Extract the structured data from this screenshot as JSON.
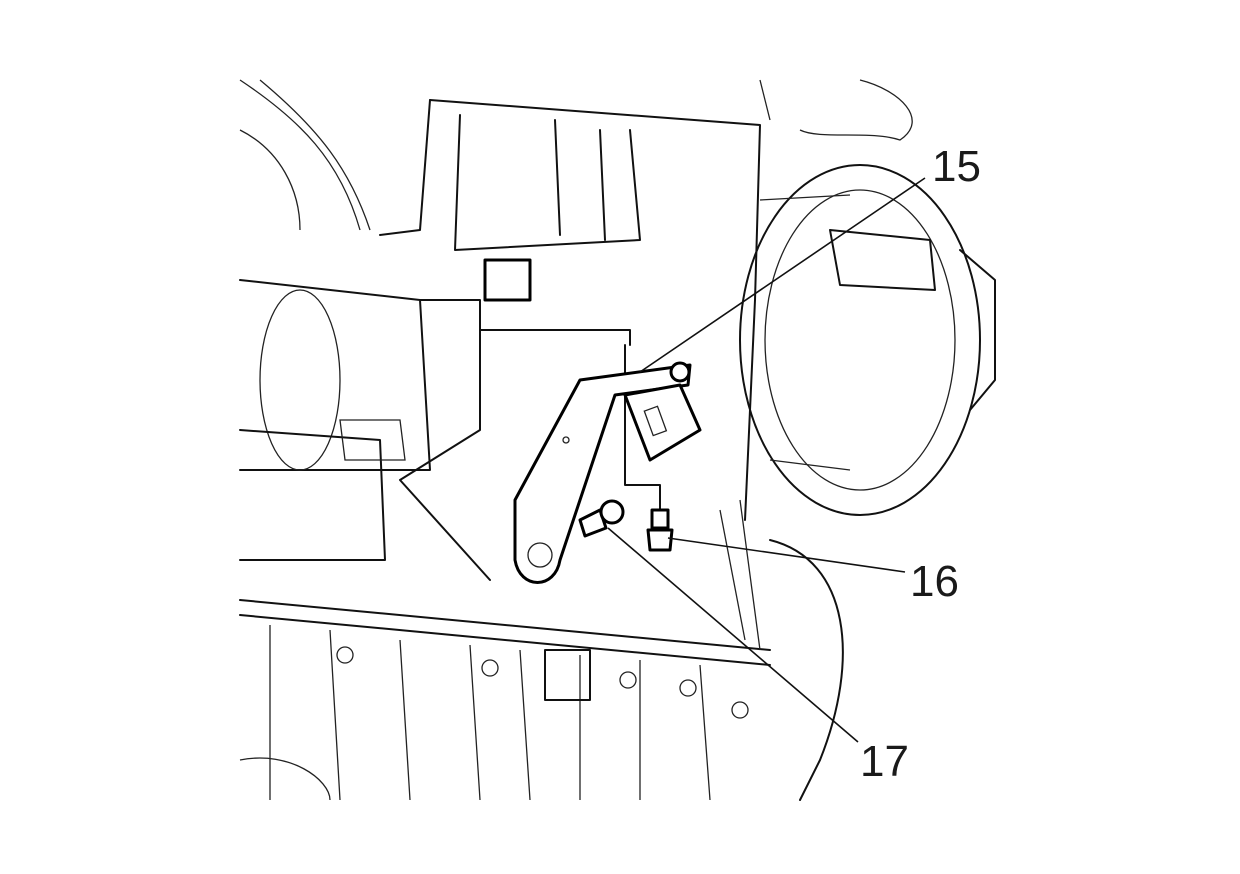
{
  "diagram": {
    "callouts": [
      {
        "id": "15",
        "label": "15"
      },
      {
        "id": "16",
        "label": "16"
      },
      {
        "id": "17",
        "label": "17"
      }
    ]
  }
}
